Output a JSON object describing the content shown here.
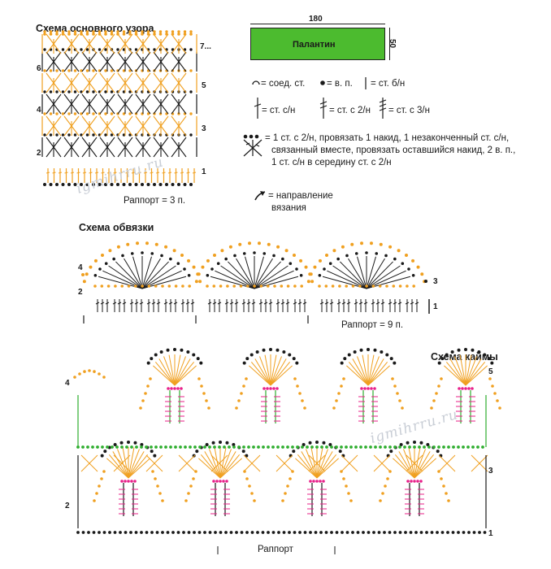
{
  "main_pattern": {
    "title": "Схема основного узора",
    "rapport": "Раппорт = 3 п.",
    "row_labels_left": [
      "6",
      "4",
      "2"
    ],
    "row_labels_right": [
      "7...",
      "5",
      "3",
      "1"
    ]
  },
  "stole": {
    "label": "Палантин",
    "width": "180",
    "height": "50",
    "fill_color": "#4cbb2f"
  },
  "legend": {
    "slip_stitch": "= соед. ст.",
    "chain": "= в. п.",
    "sc": "= ст. б/н",
    "dc": "= ст. с/н",
    "tr": "= ст. с 2/н",
    "dtr": "= ст. с 3/н",
    "complex_line1": "= 1 ст. с 2/н, провязать 1 накид, 1 незаконченный ст. с/н,",
    "complex_line2": "связанный вместе, провязать оставшийся накид, 2 в. п.,",
    "complex_line3": "1 ст. с/н в середину ст. с 2/н",
    "direction_line1": "= направление",
    "direction_line2": "вязания"
  },
  "edging": {
    "title": "Схема обвязки",
    "rapport": "Раппорт = 9 п.",
    "row_labels_left": [
      "4",
      "2"
    ],
    "row_labels_right": [
      "3",
      "1"
    ]
  },
  "border": {
    "title": "Схема каймы",
    "rapport": "Раппорт",
    "row_labels_left": [
      "4",
      "2"
    ],
    "row_labels_right": [
      "5",
      "3",
      "1"
    ]
  },
  "watermark": "igmihrru.ru",
  "colors": {
    "orange": "#f0a020",
    "black": "#1a1a1a",
    "green": "#2fae2f",
    "pink": "#e8208a"
  }
}
